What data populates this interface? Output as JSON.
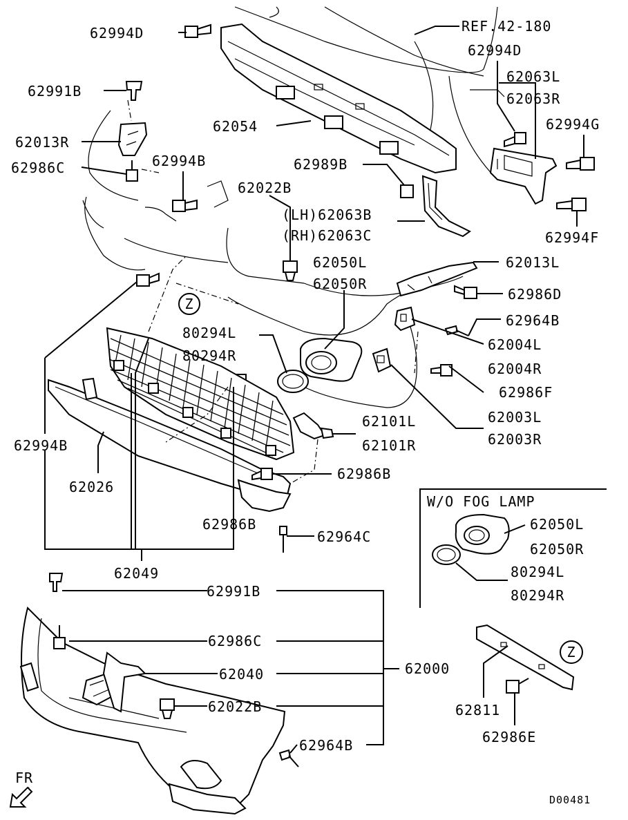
{
  "labels": {
    "ref": "REF.42-180",
    "p62994D_a": "62994D",
    "p62994D_b": "62994D",
    "p62991B_a": "62991B",
    "p62063L": "62063L",
    "p62063R": "62063R",
    "p62013R": "62013R",
    "p62054": "62054",
    "p62994G": "62994G",
    "p62986C_a": "62986C",
    "p62994B_a": "62994B",
    "p62989B": "62989B",
    "p62022B_a": "62022B",
    "lh62063B": "(LH)62063B",
    "rh62063C": "(RH)62063C",
    "p62994F": "62994F",
    "p62050L_a": "62050L",
    "p62050R_a": "62050R",
    "p62013L": "62013L",
    "p62986D": "62986D",
    "zoom_a": "Z",
    "p80294L_a": "80294L",
    "p80294R_a": "80294R",
    "p62964B_a": "62964B",
    "p62004L": "62004L",
    "p62004R": "62004R",
    "p62986F": "62986F",
    "p62003L": "62003L",
    "p62003R": "62003R",
    "p62101L": "62101L",
    "p62101R": "62101R",
    "p62994B_b": "62994B",
    "p62986B_a": "62986B",
    "p62026": "62026",
    "p62986B_b": "62986B",
    "p62964C": "62964C",
    "p62049": "62049",
    "wo_fog": "W/O FOG LAMP",
    "p62050L_b": "62050L",
    "p62050R_b": "62050R",
    "p80294L_b": "80294L",
    "p80294R_b": "80294R",
    "p62991B_b": "62991B",
    "p62986C_b": "62986C",
    "p62040": "62040",
    "p62000": "62000",
    "p62022B_b": "62022B",
    "zoom_b": "Z",
    "p62811": "62811",
    "p62964B_b": "62964B",
    "p62986E": "62986E",
    "fr": "FR",
    "diagram_id": "D00481"
  }
}
